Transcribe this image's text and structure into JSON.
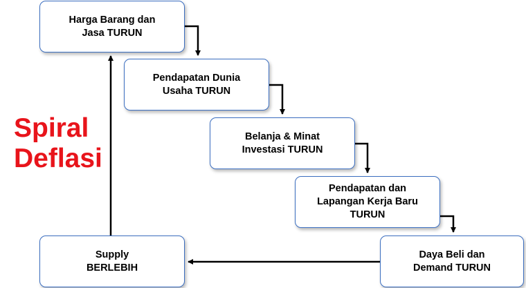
{
  "title": {
    "line1": "Spiral",
    "line2": "Deflasi",
    "color": "#e8141b"
  },
  "boxes": [
    {
      "line1": "Harga Barang dan",
      "line2": "Jasa TURUN"
    },
    {
      "line1": "Pendapatan Dunia",
      "line2": "Usaha TURUN"
    },
    {
      "line1": "Belanja & Minat",
      "line2": "Investasi TURUN"
    },
    {
      "line1": "Pendapatan dan",
      "line2": "Lapangan Kerja Baru",
      "line3": "TURUN"
    },
    {
      "line1": "Daya Beli dan",
      "line2": "Demand TURUN"
    },
    {
      "line1": "Supply",
      "line2": "BERLEBIH"
    }
  ],
  "colors": {
    "box_border": "#3b6ec0",
    "arrow": "#000000"
  }
}
